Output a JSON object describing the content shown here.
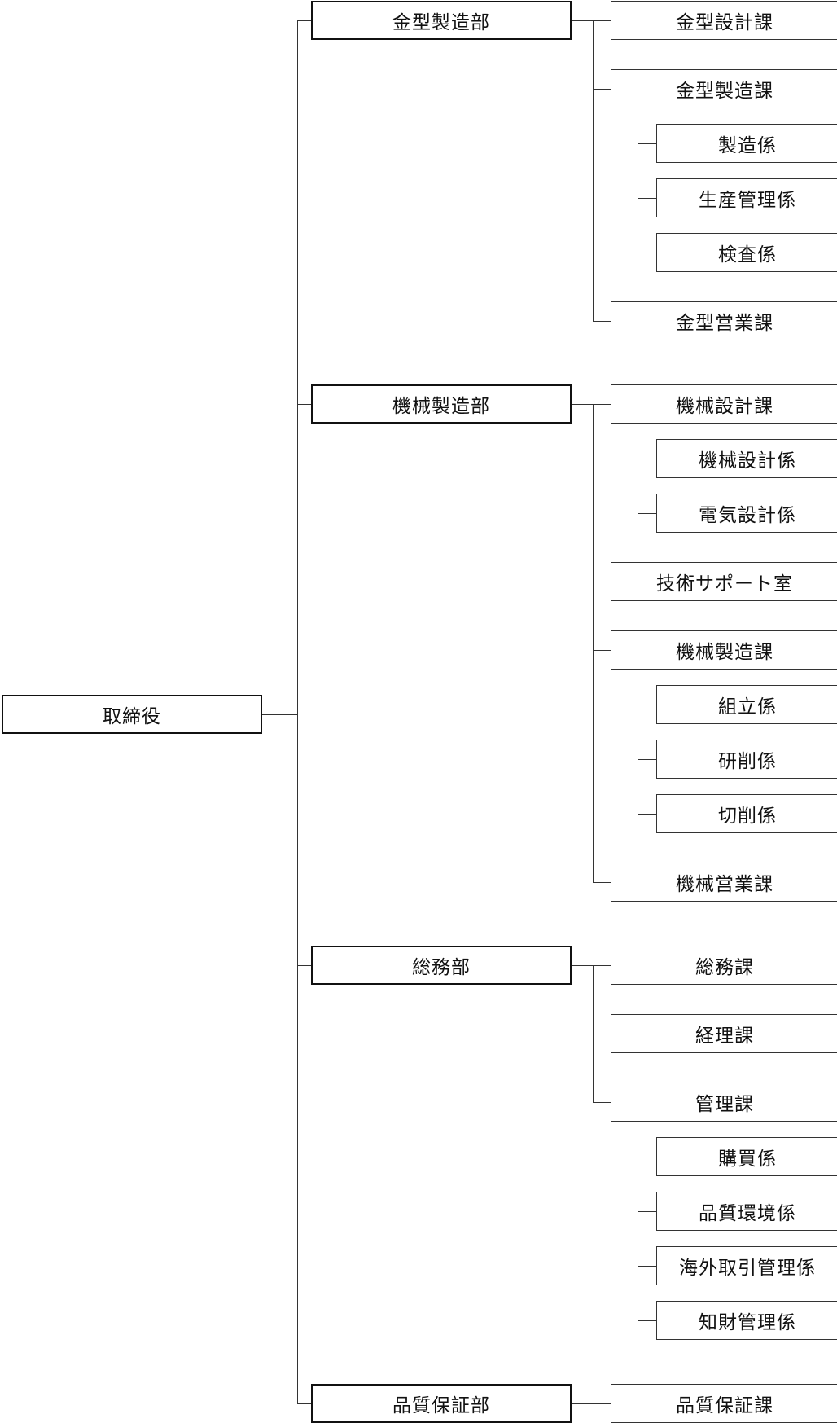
{
  "org": {
    "root": "取締役",
    "departments": [
      {
        "name": "金型製造部",
        "sections": [
          {
            "name": "金型設計課",
            "teams": []
          },
          {
            "name": "金型製造課",
            "teams": [
              "製造係",
              "生産管理係",
              "検査係"
            ]
          },
          {
            "name": "金型営業課",
            "teams": []
          }
        ]
      },
      {
        "name": "機械製造部",
        "sections": [
          {
            "name": "機械設計課",
            "teams": [
              "機械設計係",
              "電気設計係"
            ]
          },
          {
            "name": "技術サポート室",
            "teams": []
          },
          {
            "name": "機械製造課",
            "teams": [
              "組立係",
              "研削係",
              "切削係"
            ]
          },
          {
            "name": "機械営業課",
            "teams": []
          }
        ]
      },
      {
        "name": "総務部",
        "sections": [
          {
            "name": "総務課",
            "teams": []
          },
          {
            "name": "経理課",
            "teams": []
          },
          {
            "name": "管理課",
            "teams": [
              "購買係",
              "品質環境係",
              "海外取引管理係",
              "知財管理係"
            ]
          }
        ]
      },
      {
        "name": "品質保証部",
        "sections": [
          {
            "name": "品質保証課",
            "teams": []
          }
        ]
      }
    ]
  }
}
